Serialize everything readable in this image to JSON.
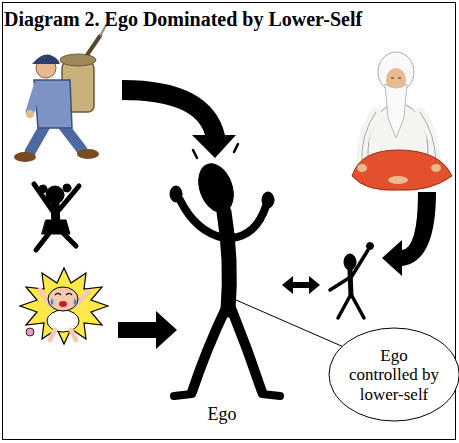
{
  "diagram": {
    "title": "Diagram 2. Ego Dominated by Lower-Self",
    "nodes": [
      {
        "text": [
          "Ego controlled by lower-self"
        ]
      }
    ],
    "labels": [
      "Ego"
    ]
  }
}
